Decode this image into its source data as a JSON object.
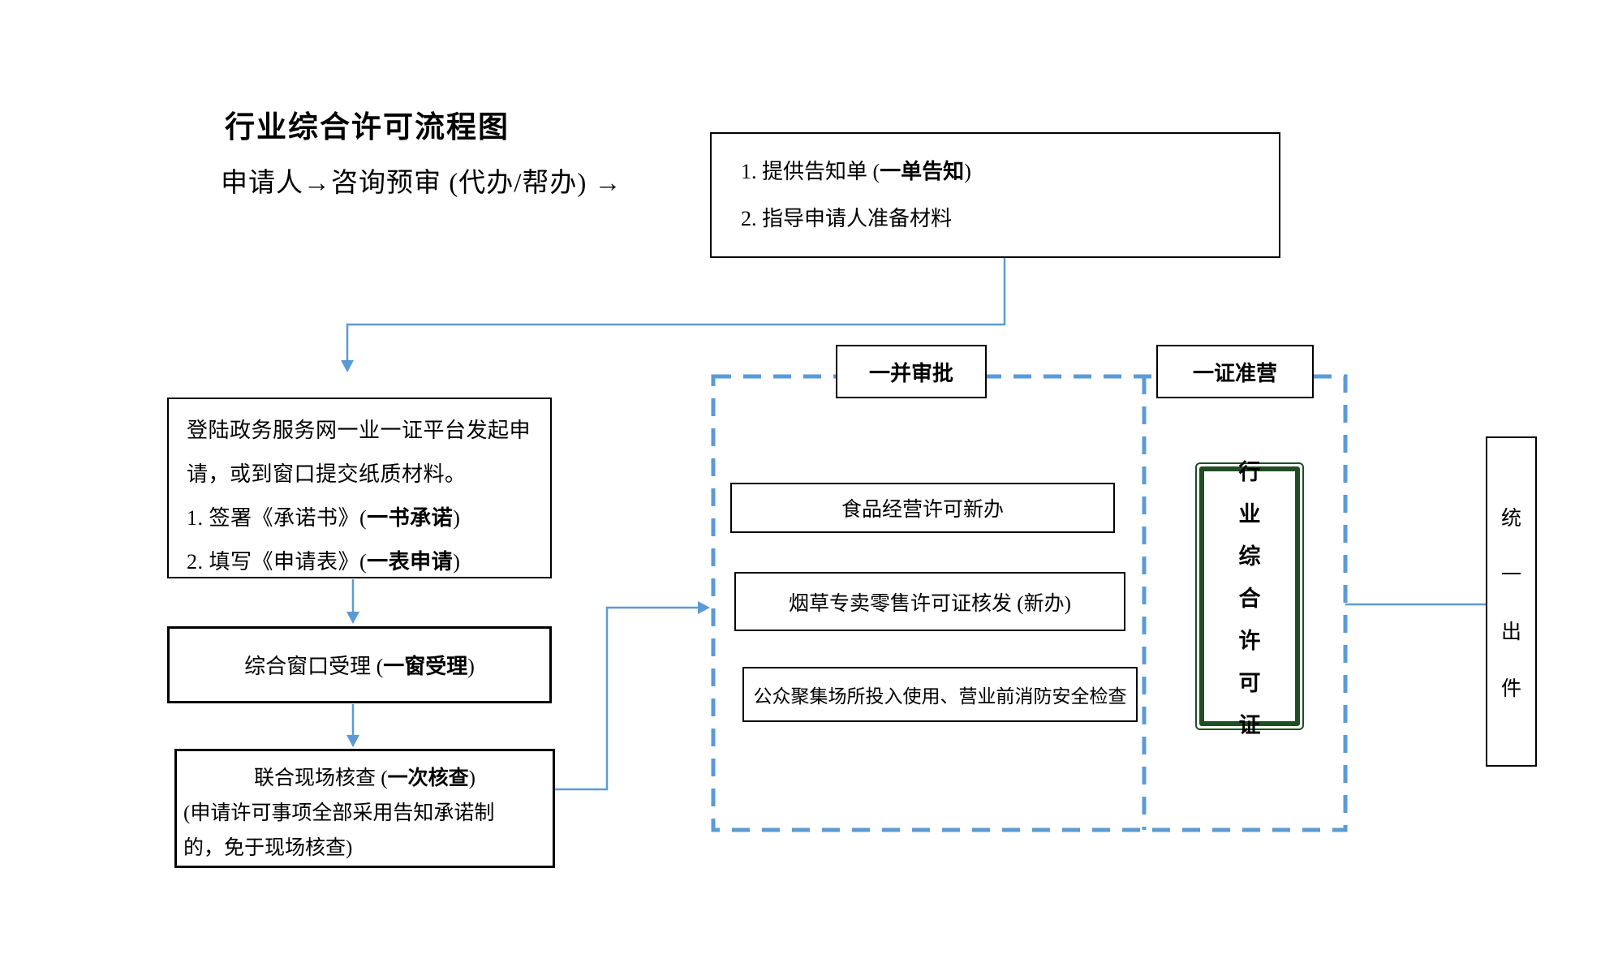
{
  "colors": {
    "connector": "#5B9BD5",
    "green_border": "#1F4E23",
    "box_border": "#000000"
  },
  "header": {
    "title": "行业综合许可流程图",
    "flow_line": "申请人→咨询预审 (代办/帮办) →"
  },
  "notice_box": {
    "lines": [
      [
        {
          "t": "1.  提供告知单 ("
        },
        {
          "t": "一单告知",
          "b": true
        },
        {
          "t": ")"
        }
      ],
      [
        {
          "t": "2.  指导申请人准备材料"
        }
      ]
    ]
  },
  "apply_box": {
    "lines": [
      [
        {
          "t": "登陆政务服务网一业一证平台发起申"
        }
      ],
      [
        {
          "t": "请，或到窗口提交纸质材料。"
        }
      ],
      [
        {
          "t": "1.  签署《承诺书》("
        },
        {
          "t": "一书承诺",
          "b": true
        },
        {
          "t": ")"
        }
      ],
      [
        {
          "t": "2.  填写《申请表》("
        },
        {
          "t": "一表申请",
          "b": true
        },
        {
          "t": ")"
        }
      ]
    ]
  },
  "accept_box": {
    "lines": [
      [
        {
          "t": "综合窗口受理 ("
        },
        {
          "t": "一窗受理",
          "b": true
        },
        {
          "t": ")"
        }
      ]
    ]
  },
  "inspect_box": {
    "lines": [
      [
        {
          "t": "联合现场核查 ("
        },
        {
          "t": "一次核查",
          "b": true
        },
        {
          "t": ")"
        }
      ],
      [
        {
          "t": "(申请许可事项全部采用告知承诺制"
        }
      ],
      [
        {
          "t": "的，免于现场核查)"
        }
      ]
    ]
  },
  "regions": {
    "joint_approval_label": "一并审批",
    "one_license_label": "一证准营"
  },
  "permits": [
    "食品经营许可新办",
    "烟草专卖零售许可证核发 (新办)",
    "公众聚集场所投入使用、营业前消防安全检查"
  ],
  "license_box": {
    "chars": [
      "行",
      "业",
      "综",
      "合",
      "许",
      "可",
      "证"
    ]
  },
  "output_box": {
    "chars": [
      "统",
      "一",
      "出",
      "件"
    ]
  }
}
